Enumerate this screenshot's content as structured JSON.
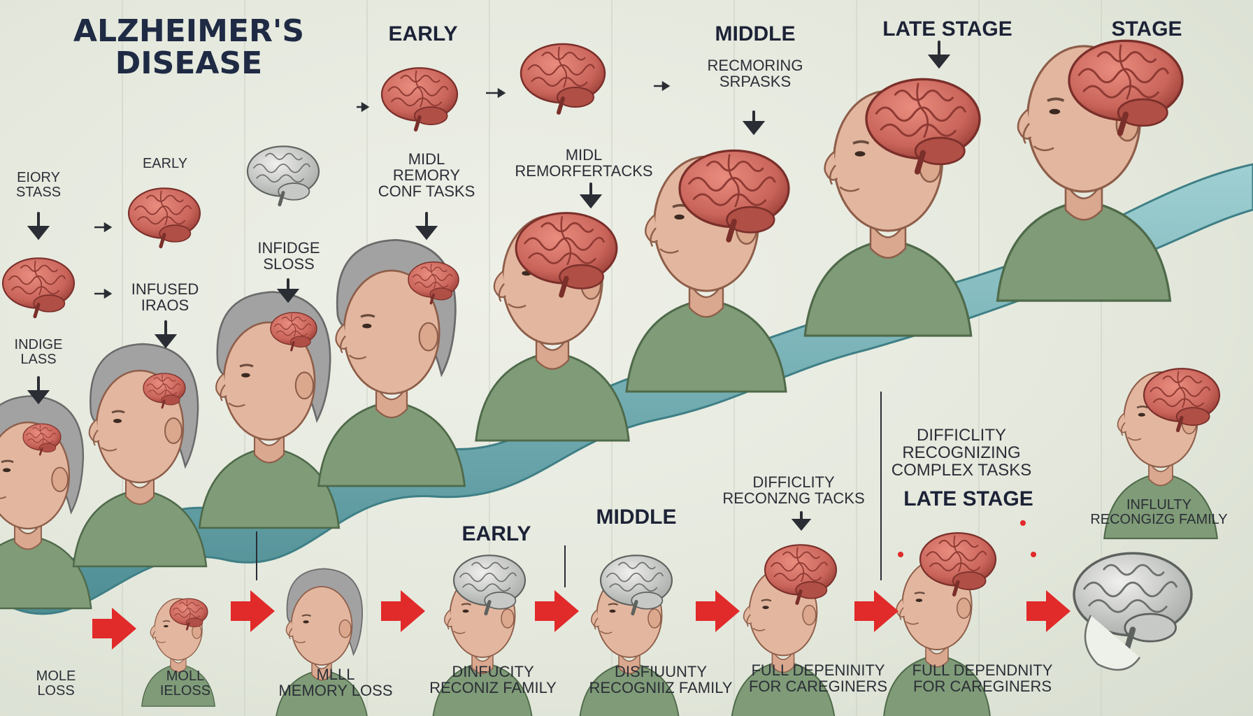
{
  "title": "ALZHEIMER'S\nDISEASE",
  "colors": {
    "background": "#e6e9df",
    "ribbon": "#79b3b8",
    "ribbon_edge": "#3f7f86",
    "brain": "#cf6e62",
    "brain_dark": "#9a3f37",
    "shirt": "#7f9b78",
    "skin": "#e3b79f",
    "hair": "#9a9a9a",
    "arrow_red": "#e12a2a",
    "arrow_dark": "#2a2d34",
    "title": "#1f2a44"
  },
  "stage_headers": {
    "top_early": "EARLY",
    "top_middle": "MIDDLE",
    "top_late": "LATE STAGE",
    "top_stage": "STAGE",
    "mid_early": "EARLY",
    "bottom_early": "EARLY",
    "bottom_middle": "MIDDLE",
    "bottom_late": "LATE STAGE"
  },
  "upper_notes": {
    "eiory_stass": "EIORY\nSTASS",
    "indige_lass": "INDIGE\nLASS",
    "infused_iraos": "INFUSED\nIRAOS",
    "infidge_sloss": "INFIDGE\nSLOSS",
    "midl_remory": "MIDL\nREMORY\nCONF TASKS",
    "midl_remorfertacks": "MIDL\nREMORFERTACKS",
    "recmoring": "RECMORING\nSRPASKS"
  },
  "lower_notes": {
    "difficlity_tacks": "DIFFICLITY\nRECONZNG TACKS",
    "difficlity_complex": "DIFFICLITY\nRECOGNIZING\nCOMPLEX TASKS",
    "influlty": "INFLULTY\nRECONGIZG FAMILY"
  },
  "bottom_captions": [
    "MOLE\nLOSS",
    "MOLL\nIELOSS",
    "MLLL\nMEMORY LOSS",
    "DINFUCITY\nRECONIZ FAMILY",
    "DISFIUUNTY\nRECOGNIIZ FAMILY",
    "FULL DEPENINITY\nFOR CAREGINERS",
    "FULL DEPENDNITY\nFOR CAREGINERS"
  ]
}
